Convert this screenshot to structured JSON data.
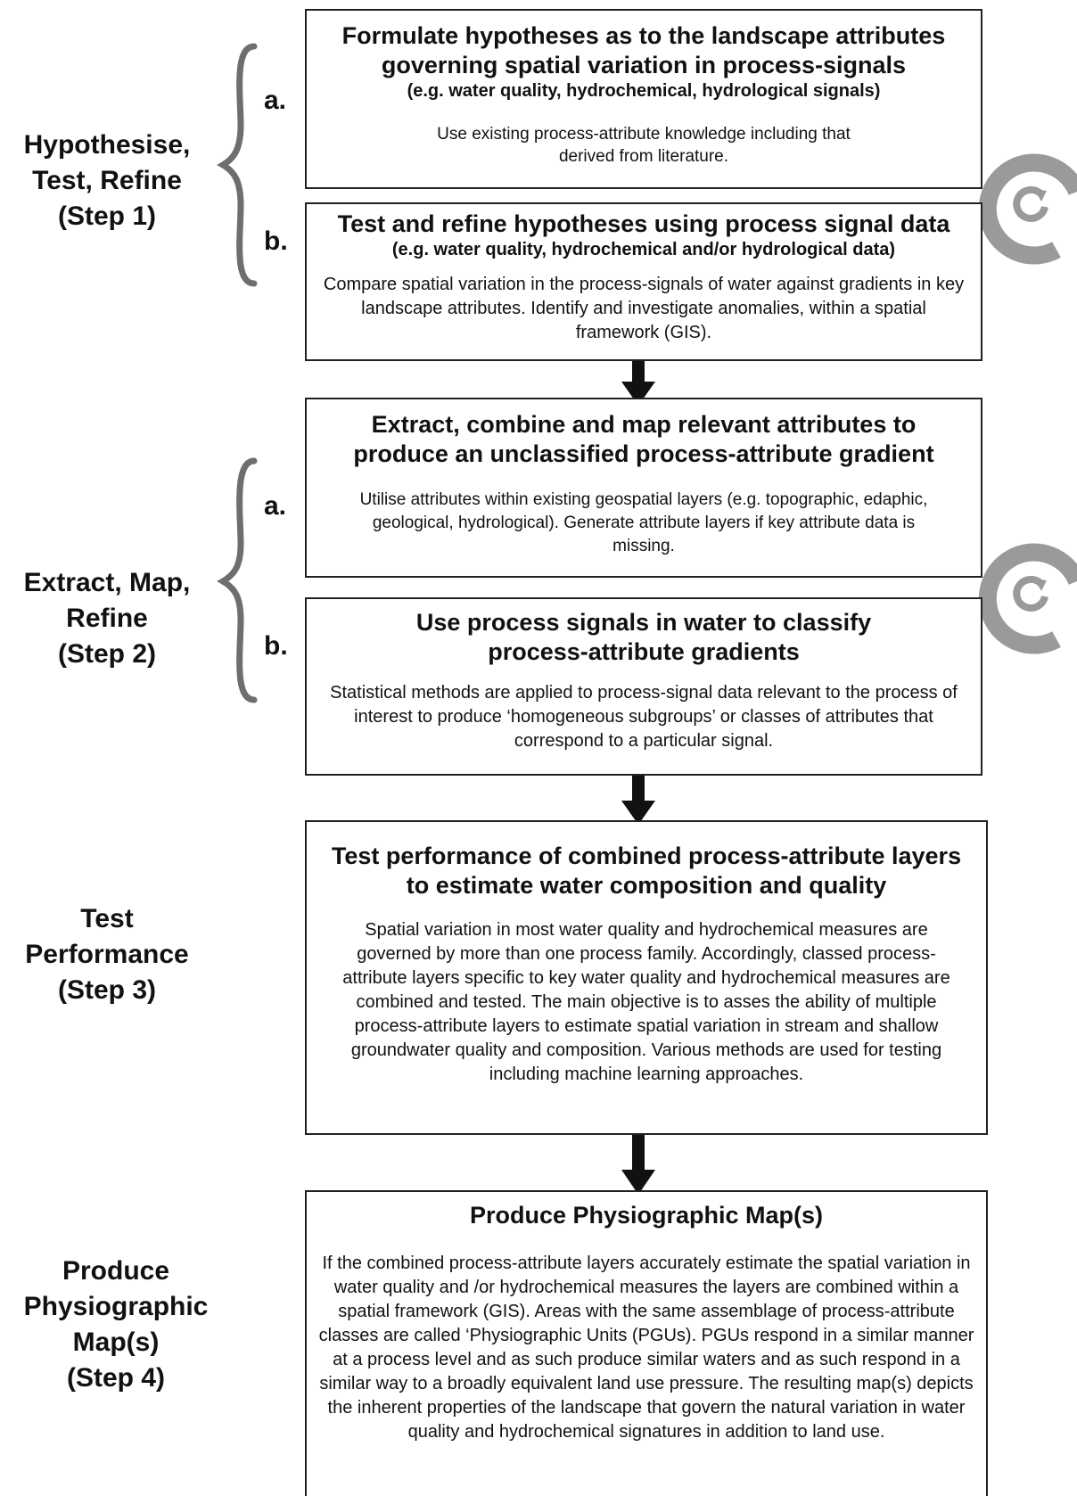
{
  "steps": [
    {
      "label_lines": [
        "Hypothesise,",
        "Test, Refine",
        "(Step 1)"
      ]
    },
    {
      "label_lines": [
        "Extract, Map,",
        "Refine",
        "(Step 2)"
      ]
    },
    {
      "label_lines": [
        "Test",
        "Performance",
        "(Step 3)"
      ]
    },
    {
      "label_lines": [
        "Produce",
        "Physiographic",
        "Map(s)",
        "(Step 4)"
      ]
    }
  ],
  "letters": {
    "a": "a.",
    "b": "b."
  },
  "boxes": {
    "step1a": {
      "title": "Formulate hypotheses as to the landscape attributes governing spatial variation in process-signals",
      "subtitle": "(e.g. water quality, hydrochemical, hydrological signals)",
      "body": "Use existing process-attribute knowledge including that derived from literature."
    },
    "step1b": {
      "title": "Test and refine hypotheses using process signal data",
      "subtitle": "(e.g. water quality, hydrochemical and/or hydrological data)",
      "body": "Compare spatial variation in the process-signals of water against gradients in key landscape attributes. Identify and investigate anomalies, within a spatial framework (GIS)."
    },
    "step2a": {
      "title": "Extract, combine and map relevant attributes to produce an unclassified process-attribute gradient",
      "body": "Utilise attributes within existing geospatial layers (e.g. topographic, edaphic, geological, hydrological). Generate attribute layers if key attribute data is missing."
    },
    "step2b": {
      "title": "Use process signals in water to classify process-attribute gradients",
      "body": "Statistical methods are applied to process-signal data relevant to the process of interest to produce ‘homogeneous subgroups’ or classes of attributes that correspond to a particular signal."
    },
    "step3": {
      "title": "Test performance of combined process-attribute layers to estimate water composition and quality",
      "body": "Spatial variation in most water quality and hydrochemical measures are governed by more than one process family. Accordingly, classed process-attribute layers specific to key water quality and hydrochemical measures are combined and tested. The main objective is to asses the ability of multiple process-attribute layers to estimate spatial variation in stream and shallow groundwater quality and composition. Various methods are used for testing including machine learning approaches."
    },
    "step4": {
      "title": "Produce Physiographic Map(s)",
      "body": "If the combined process-attribute layers accurately estimate the spatial variation in water quality and /or hydrochemical measures the layers are combined within a spatial framework (GIS). Areas with the same assemblage of process-attribute classes are called ‘Physiographic Units (PGUs). PGUs respond in a similar manner at a process level and as such produce similar waters and as such respond in a similar way to a broadly equivalent land use pressure. The resulting map(s) depicts the inherent properties of the landscape that govern the natural variation in water quality and hydrochemical signatures in addition to land use."
    }
  }
}
